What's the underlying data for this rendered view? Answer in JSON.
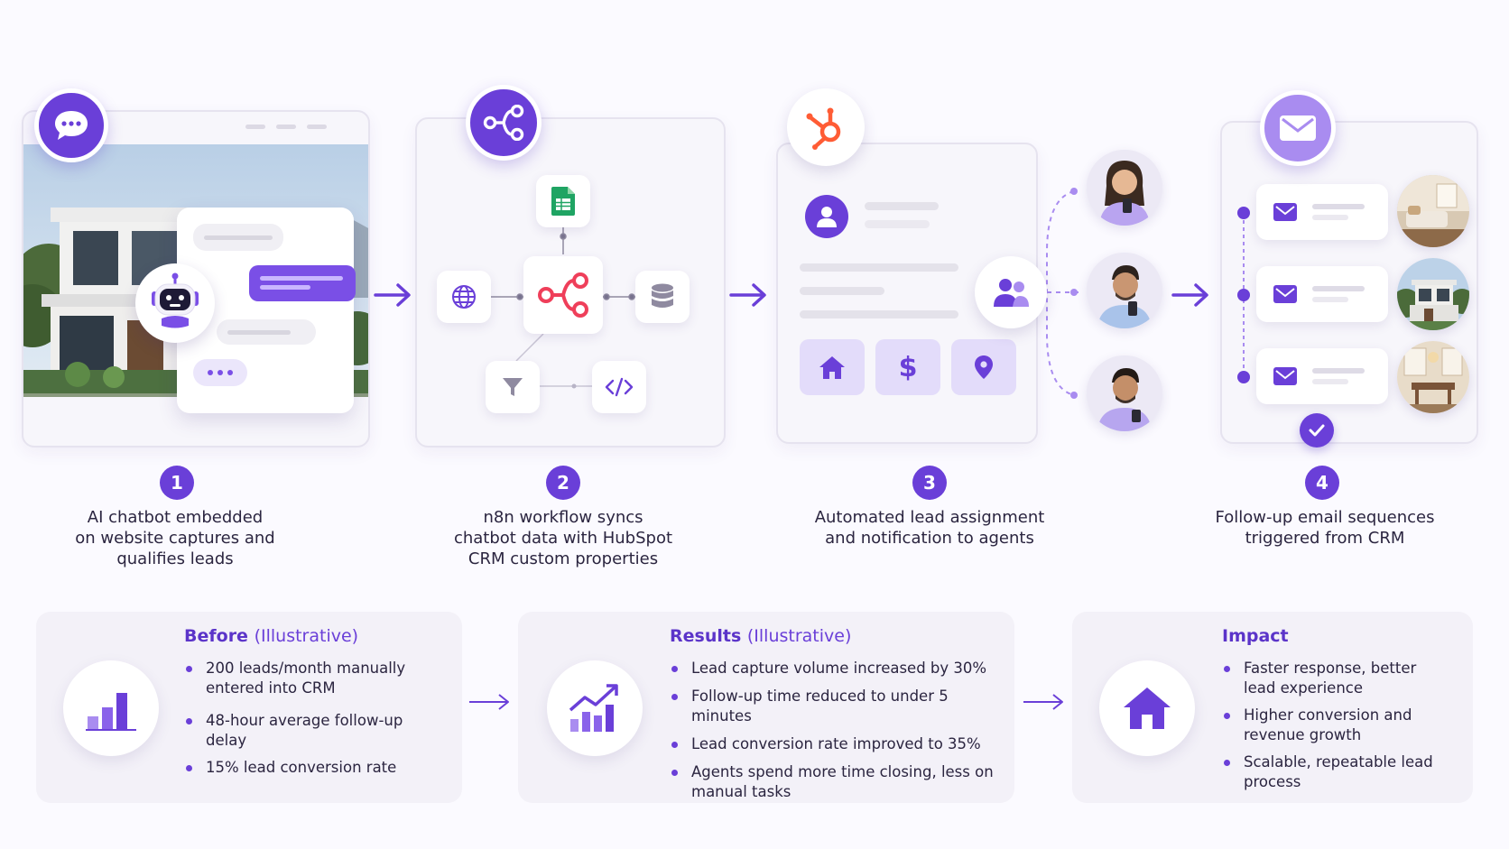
{
  "steps": [
    {
      "number": "1",
      "caption_lines": [
        "AI chatbot embedded",
        "on website captures and",
        "qualifies leads"
      ]
    },
    {
      "number": "2",
      "caption_lines": [
        "n8n workflow syncs",
        "chatbot data with HubSpot",
        "CRM custom properties"
      ]
    },
    {
      "number": "3",
      "caption_lines": [
        "Automated lead assignment",
        "and notification to agents"
      ]
    },
    {
      "number": "4",
      "caption_lines": [
        "Follow-up email sequences",
        "triggered from CRM"
      ]
    }
  ],
  "icons": {
    "step1_badge": "chat-bubble-icon",
    "step2_badge": "share-nodes-icon",
    "step3_badge": "hubspot-logo-icon",
    "step4_badge": "mail-icon",
    "step2_nodes": [
      "google-sheets-icon",
      "globe-icon",
      "workflow-hub-icon",
      "database-icon",
      "filter-icon",
      "code-icon"
    ],
    "step3_tiles": [
      "home-icon",
      "dollar-icon",
      "location-pin-icon"
    ],
    "bottom": [
      "bar-chart-icon",
      "trend-chart-icon",
      "home-icon"
    ]
  },
  "colors": {
    "accent": "#6a3fd8",
    "accent_light": "#a98cf0",
    "hubspot": "#ff5c35",
    "sheets": "#1fa463",
    "workflow_red": "#ef3f5a"
  },
  "bottom": {
    "before": {
      "title": "Before",
      "subtitle": "(Illustrative)",
      "items": [
        "200 leads/month manually entered into CRM",
        "48-hour average follow-up delay",
        "15% lead conversion rate"
      ]
    },
    "results": {
      "title": "Results",
      "subtitle": "(Illustrative)",
      "items": [
        "Lead capture volume increased by 30%",
        "Follow-up time reduced to under 5 minutes",
        "Lead conversion rate improved to 35%",
        "Agents spend more time closing, less on manual tasks"
      ]
    },
    "impact": {
      "title": "Impact",
      "items": [
        "Faster response, better lead experience",
        "Higher conversion and revenue growth",
        "Scalable, repeatable lead process"
      ]
    }
  }
}
